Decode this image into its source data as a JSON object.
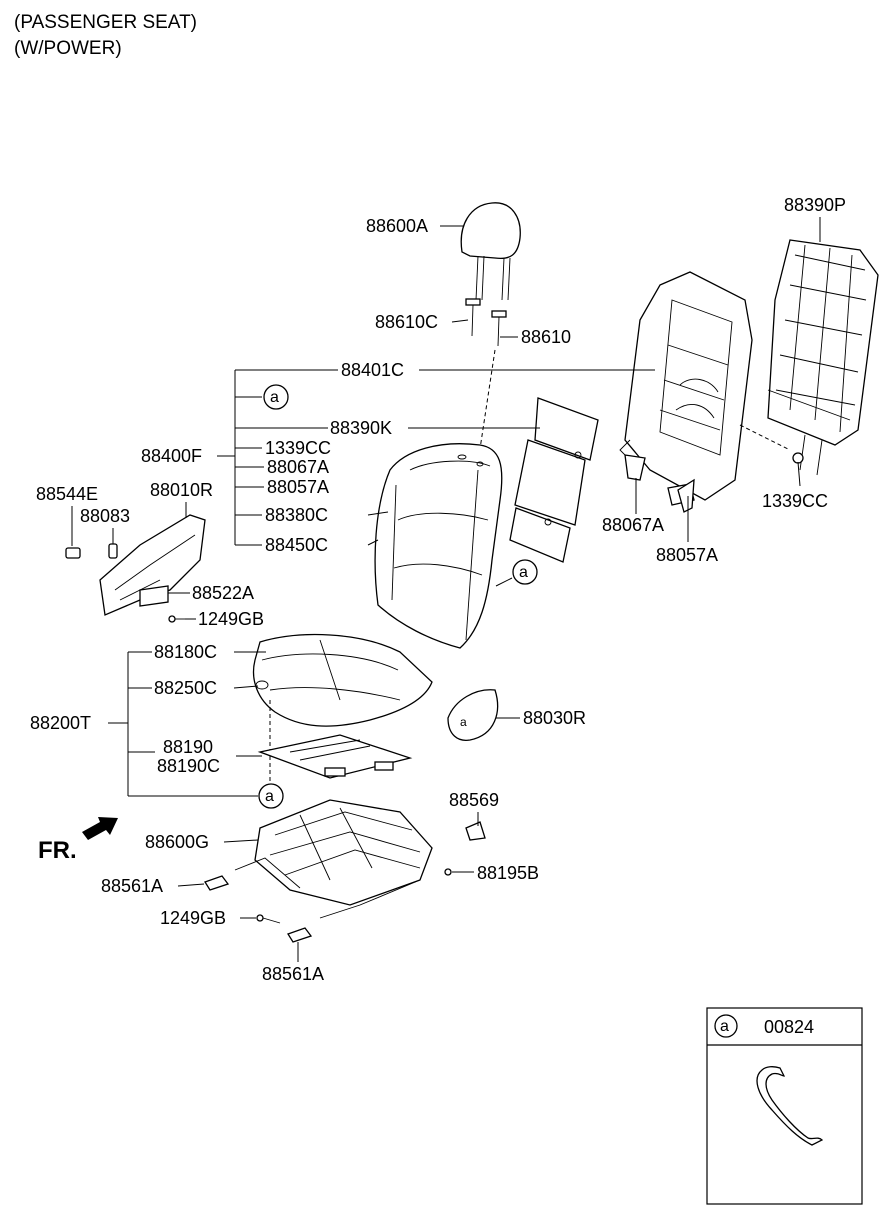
{
  "header": {
    "line1": "(PASSENGER SEAT)",
    "line2": "(W/POWER)"
  },
  "parts": {
    "p88600A": "88600A",
    "p88610C": "88610C",
    "p88610": "88610",
    "p88401C": "88401C",
    "p88390K": "88390K",
    "p88400F": "88400F",
    "p1339CC_a": "1339CC",
    "p88067A_a": "88067A",
    "p88057A_a": "88057A",
    "p88380C": "88380C",
    "p88450C": "88450C",
    "p88544E": "88544E",
    "p88010R": "88010R",
    "p88083": "88083",
    "p88522A": "88522A",
    "p1249GB_a": "1249GB",
    "p88390P": "88390P",
    "p1339CC_b": "1339CC",
    "p88067A_b": "88067A",
    "p88057A_b": "88057A",
    "p88180C": "88180C",
    "p88250C": "88250C",
    "p88200T": "88200T",
    "p88190": "88190",
    "p88190C": "88190C",
    "p88030R": "88030R",
    "p88569": "88569",
    "p88600G": "88600G",
    "p88195B": "88195B",
    "p88561A_a": "88561A",
    "p1249GB_b": "1249GB",
    "p88561A_b": "88561A"
  },
  "callout": "a",
  "front_label": "FR.",
  "legend": {
    "symbol": "a",
    "part": "00824"
  }
}
